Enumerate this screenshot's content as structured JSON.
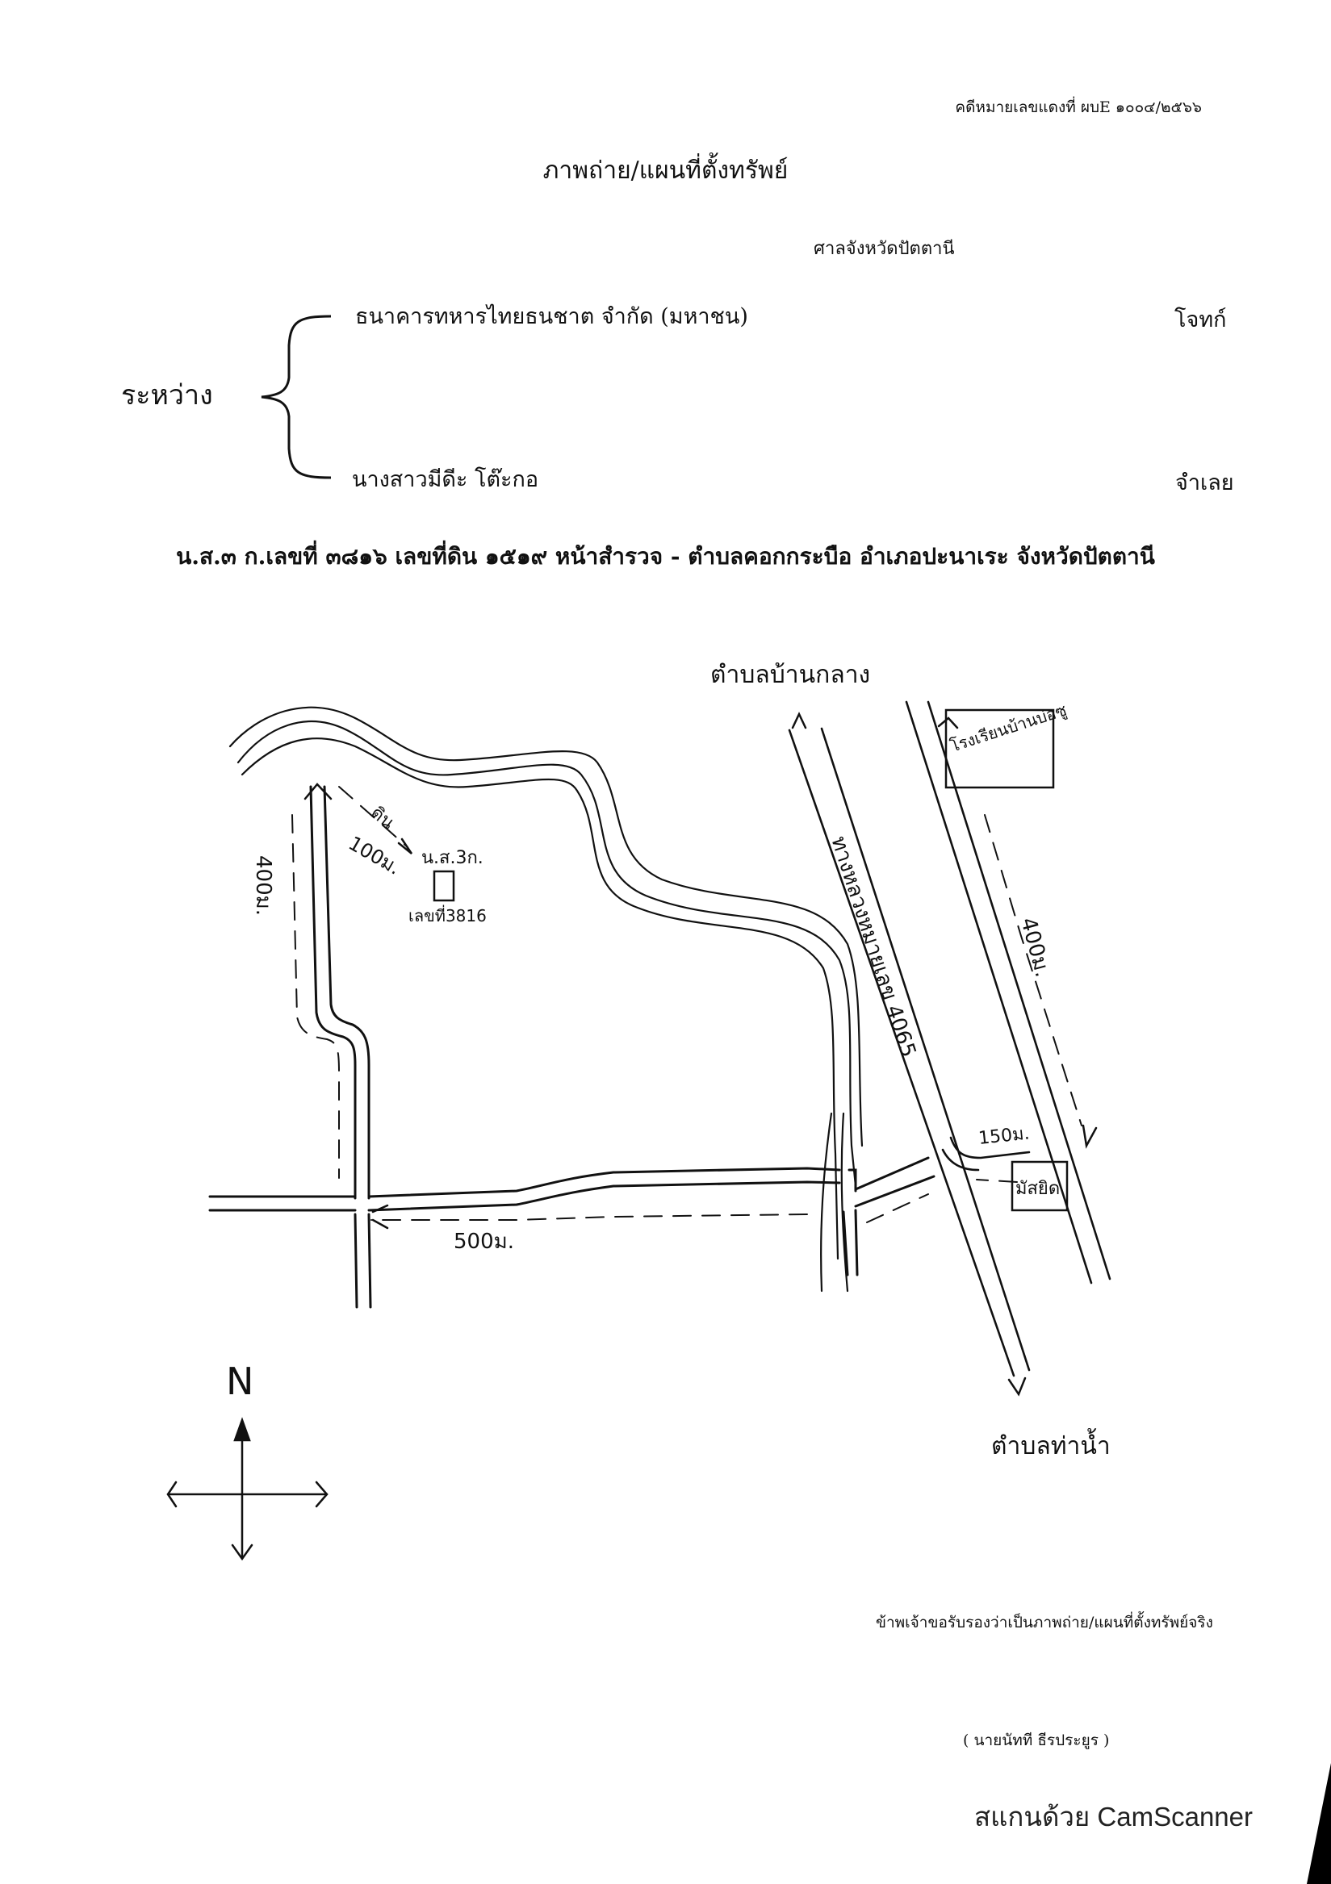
{
  "header": {
    "case_number": "คดีหมายเลขแดงที่ ผบE ๑๐๐๔/๒๕๖๖",
    "title": "ภาพถ่าย/แผนที่ตั้งทรัพย์",
    "court": "ศาลจังหวัดปัตตานี"
  },
  "parties": {
    "between_label": "ระหว่าง",
    "plaintiff_name": "ธนาคารทหารไทยธนชาต จำกัด (มหาชน)",
    "plaintiff_role": "โจทก์",
    "defendant_name": "นางสาวมีดีะ โต๊ะกอ",
    "defendant_role": "จำเลย"
  },
  "land_description": "น.ส.๓ ก.เลขที่ ๓๘๑๖ เลขที่ดิน ๑๕๑๙ หน้าสำรวจ - ตำบลคอกกระบือ อำเภอปะนาเระ จังหวัดปัตตานี",
  "map": {
    "label_north_direction": "ตำบลบ้านกลาง",
    "label_south_direction": "ตำบลท่าน้ำ",
    "label_school": "โรงเรียนบ้านบ่อซู",
    "label_mosque": "มัสยิด",
    "label_highway": "ทางหลวงหมายเลข 4065",
    "label_soil": "ดิน",
    "label_dist_100": "100ม.",
    "label_parcel_top": "น.ส.3ก.",
    "label_parcel_bottom": "เลขที่3816",
    "label_dist_400_left": "400ม.",
    "label_dist_400_right": "400ม.",
    "label_dist_150": "150ม.",
    "label_dist_500": "500ม.",
    "compass_north": "N"
  },
  "footer": {
    "certification": "ข้าพเจ้าขอรับรองว่าเป็นภาพถ่าย/แผนที่ตั้งทรัพย์จริง",
    "signer": "( นายนัทที ธีรประยูร )",
    "scanner_watermark": "สแกนด้วย CamScanner"
  }
}
